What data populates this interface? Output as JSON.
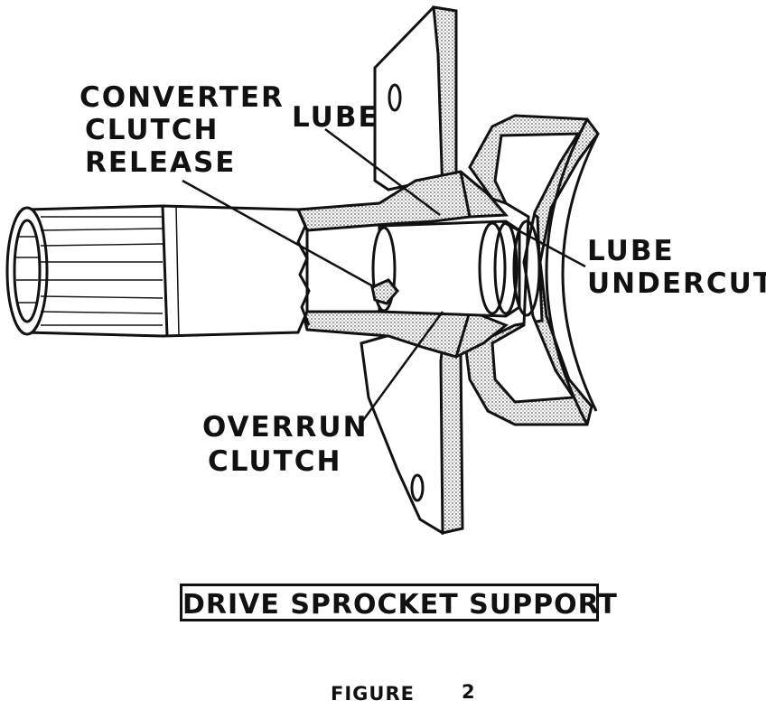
{
  "labels": {
    "converter_clutch_release": [
      "CONVERTER",
      "CLUTCH",
      "RELEASE"
    ],
    "lube": "LUBE",
    "lube_undercut": [
      "LUBE",
      "UNDERCUT"
    ],
    "overrun_clutch": [
      "OVERRUN",
      "CLUTCH"
    ]
  },
  "title": "DRIVE SPROCKET SUPPORT",
  "figure": {
    "word": "FIGURE",
    "number": "2"
  },
  "colors": {
    "ink": "#111111",
    "shade": "#c8c8c8",
    "paper": "#ffffff"
  }
}
